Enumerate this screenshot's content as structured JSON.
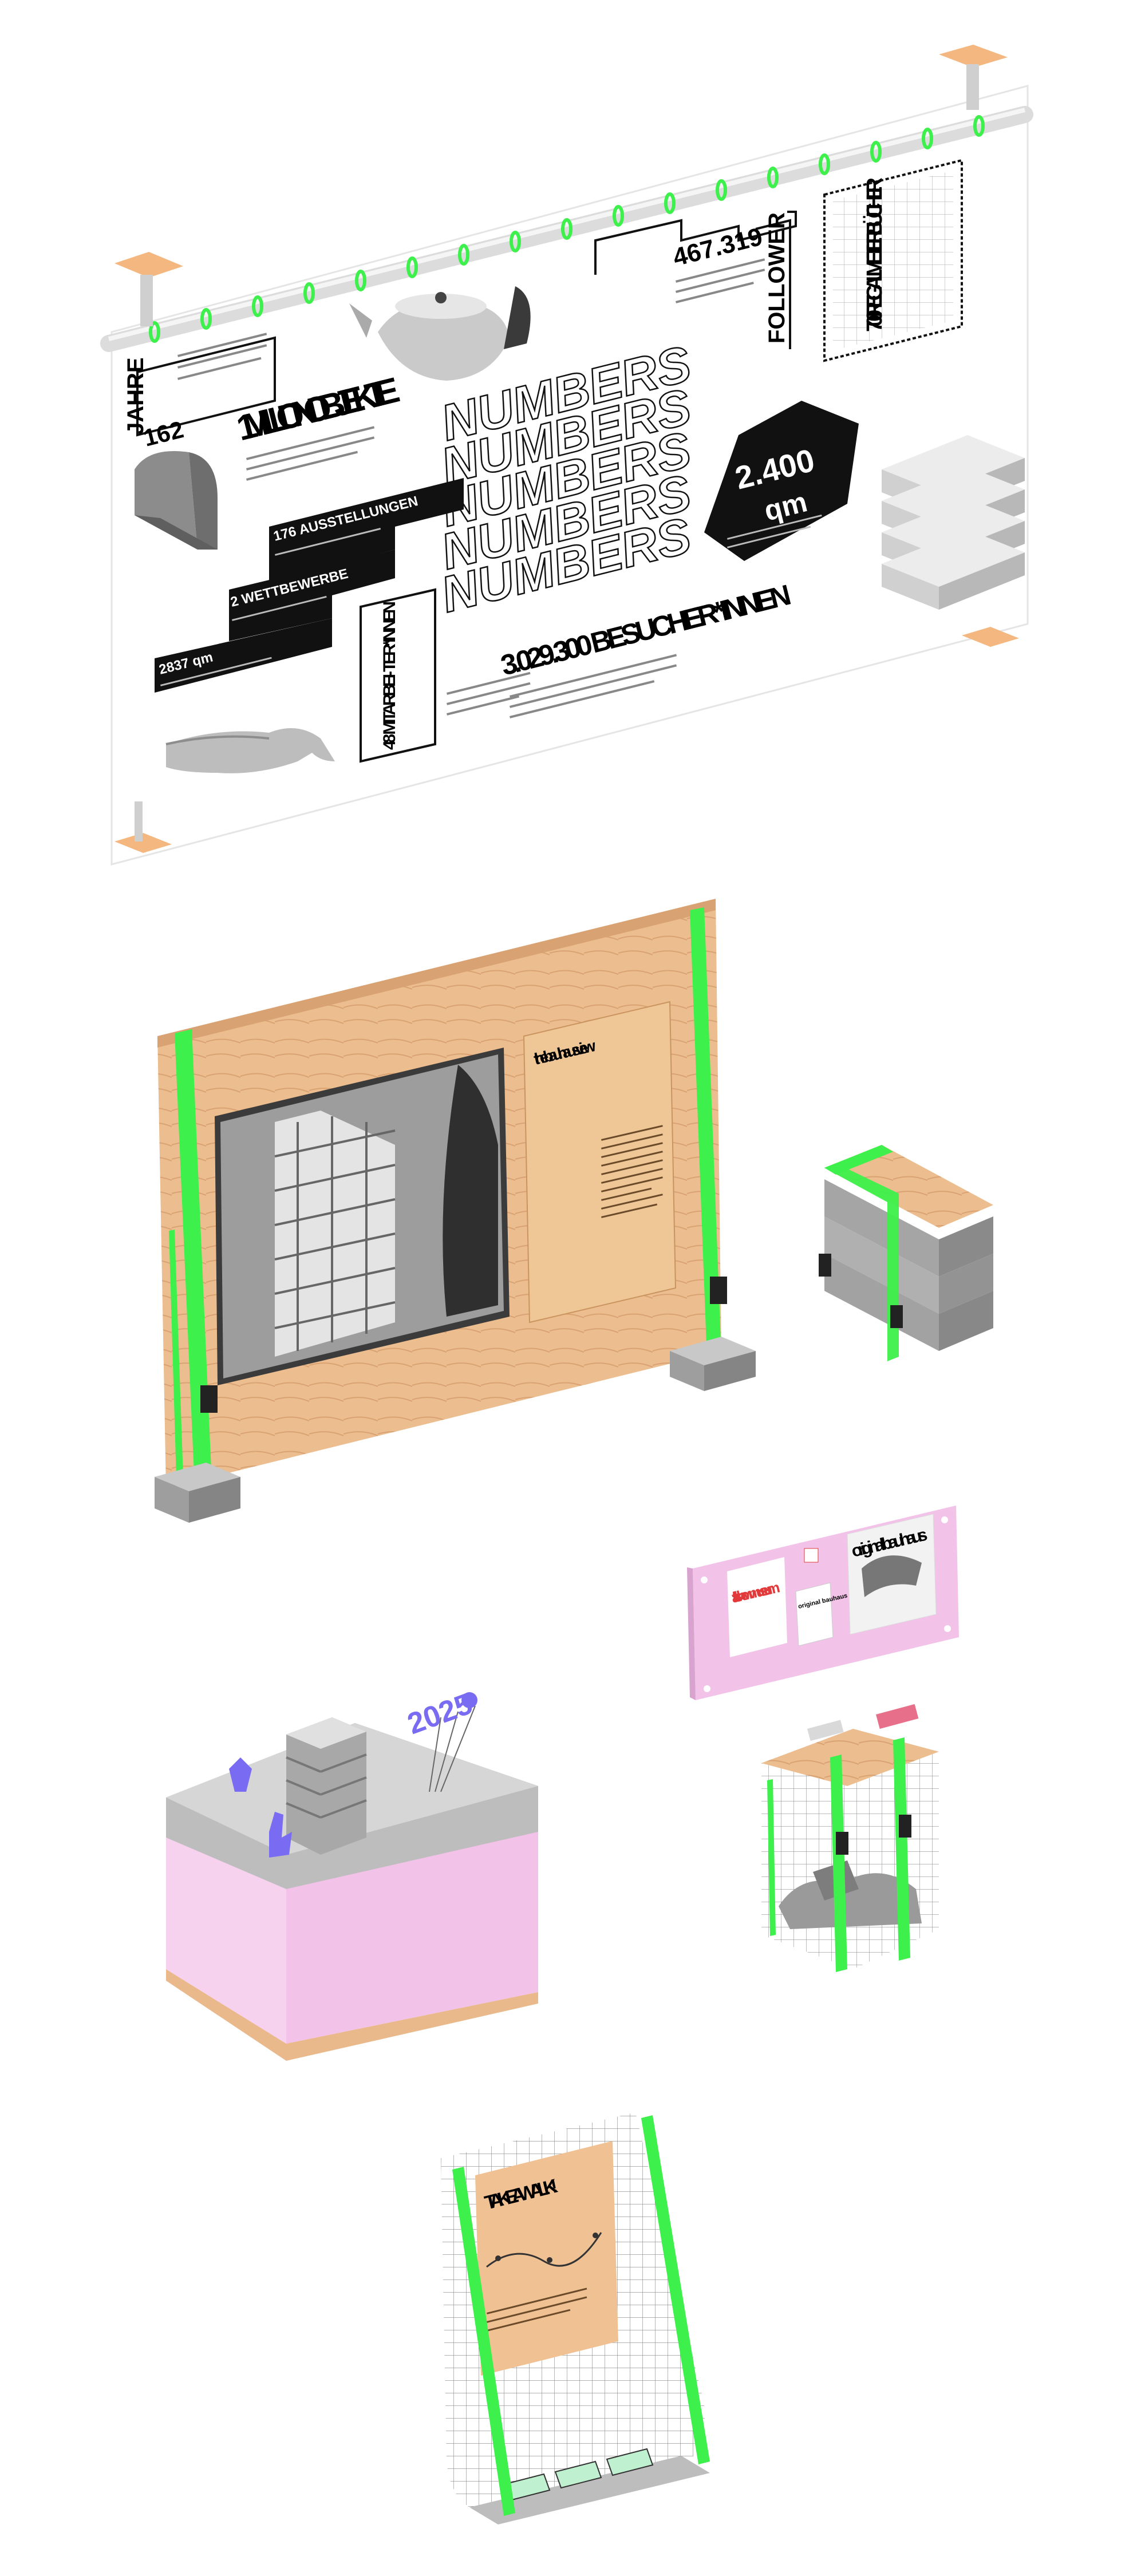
{
  "banner": {
    "numbers_word": "NUMBERS",
    "years": {
      "label": "JAHRE",
      "value": "162"
    },
    "objects": "1 MILLION OBJEKTE",
    "exhibitions": "176 AUSSTELLUNGEN",
    "competitions": "2 WETTBEWERBE",
    "depot_area": "2837 qm",
    "staff": "48 MITARBEI- TER*INNEN",
    "followers": {
      "value": "467.319",
      "label": "FOLLOWER"
    },
    "books": "700 REGAL METER BÜCHER",
    "area": {
      "value": "2.400",
      "unit": "qm"
    },
    "visitors": "3.029.300 BESUCHER*INNEN"
  },
  "plywood_panel": {
    "title": "the bauhaus view"
  },
  "poster_panel": {
    "left_text": "talk show mus eum",
    "small_text": "original bauhaus",
    "right_text": "original bauhaus"
  },
  "model": {
    "balloons": "2025"
  },
  "walk_panel": {
    "title": "TAKE A WALK !"
  },
  "colors": {
    "accent_green": "#3df04b",
    "plywood": "#e9b98b",
    "pink": "#f3c2e8",
    "purple": "#7a6cf2",
    "concrete": "#9a9a9a",
    "black": "#111111"
  }
}
